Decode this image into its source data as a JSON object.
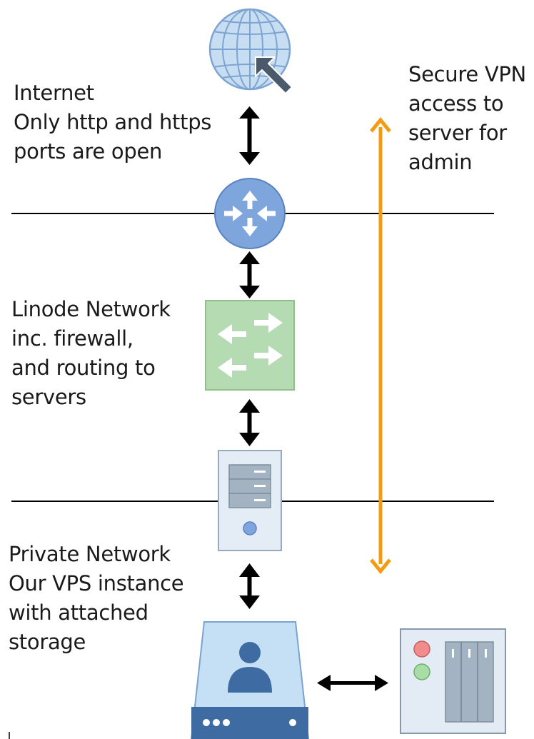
{
  "labels": {
    "internet": [
      "Internet",
      "Only http and https",
      "ports are open"
    ],
    "vpn": [
      "Secure VPN",
      "access to",
      "server for",
      "admin"
    ],
    "linode": [
      "Linode Network",
      "inc. firewall,",
      "and routing to",
      "servers"
    ],
    "private": [
      "Private Network",
      "Our VPS instance",
      "with attached",
      "storage"
    ]
  },
  "icons": {
    "internet": "globe-icon",
    "router": "router-icon",
    "switch": "switch-icon",
    "server": "server-icon",
    "vps": "vps-user-icon",
    "storage": "storage-array-icon"
  },
  "colors": {
    "vpn_arrow": "#f39c12",
    "globe": "#c7ddf2",
    "router": "#7ea6dc",
    "switch": "#b5dbb3",
    "server": "#e4edf6",
    "vps": "#c5dff5",
    "storage": "#e3ecf5"
  }
}
